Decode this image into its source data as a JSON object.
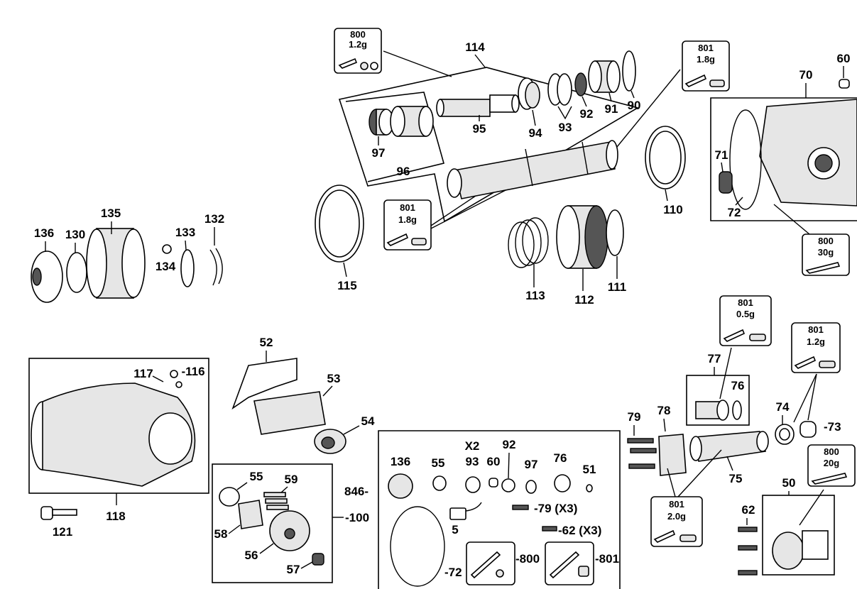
{
  "labels": {
    "l114": "114",
    "l90": "90",
    "l91": "91",
    "l92": "92",
    "l93": "93",
    "l94": "94",
    "l95": "95",
    "l96": "96",
    "l97": "97",
    "l110": "110",
    "l111": "111",
    "l112": "112",
    "l113": "113",
    "l115": "115",
    "l70": "70",
    "l60": "60",
    "l71": "71",
    "l72": "72",
    "l135": "135",
    "l136": "136",
    "l130": "130",
    "l133": "133",
    "l134": "134",
    "l132": "132",
    "l52": "52",
    "l53": "53",
    "l54": "54",
    "l117": "117",
    "l116": "-116",
    "l118": "118",
    "l121": "121",
    "l55": "55",
    "l59": "59",
    "l58": "58",
    "l56": "56",
    "l57": "57",
    "l100": "-100",
    "l846": "846-",
    "k136": "136",
    "k55": "55",
    "kx2": "X2",
    "k93": "93",
    "k60": "60",
    "k92": "92",
    "k97": "97",
    "k76": "76",
    "k51": "51",
    "k79": "-79 (X3)",
    "k5": "5",
    "k62": "-62 (X3)",
    "k72": "-72",
    "k800": "-800",
    "k801": "-801",
    "l77": "77",
    "l76": "76",
    "l79": "79",
    "l78": "78",
    "l74": "74",
    "l73": "-73",
    "l75": "75",
    "l50": "50",
    "l62": "62"
  },
  "callouts": [
    {
      "id": "c1",
      "top": "800",
      "bottom": "1.2g"
    },
    {
      "id": "c2",
      "top": "801",
      "bottom": "1.8g"
    },
    {
      "id": "c3",
      "top": "801",
      "bottom": "1.8g"
    },
    {
      "id": "c4",
      "top": "800",
      "bottom": "30g"
    },
    {
      "id": "c5",
      "top": "801",
      "bottom": "0.5g"
    },
    {
      "id": "c6",
      "top": "801",
      "bottom": "1.2g"
    },
    {
      "id": "c7",
      "top": "800",
      "bottom": "20g"
    },
    {
      "id": "c8",
      "top": "801",
      "bottom": "2.0g"
    }
  ]
}
